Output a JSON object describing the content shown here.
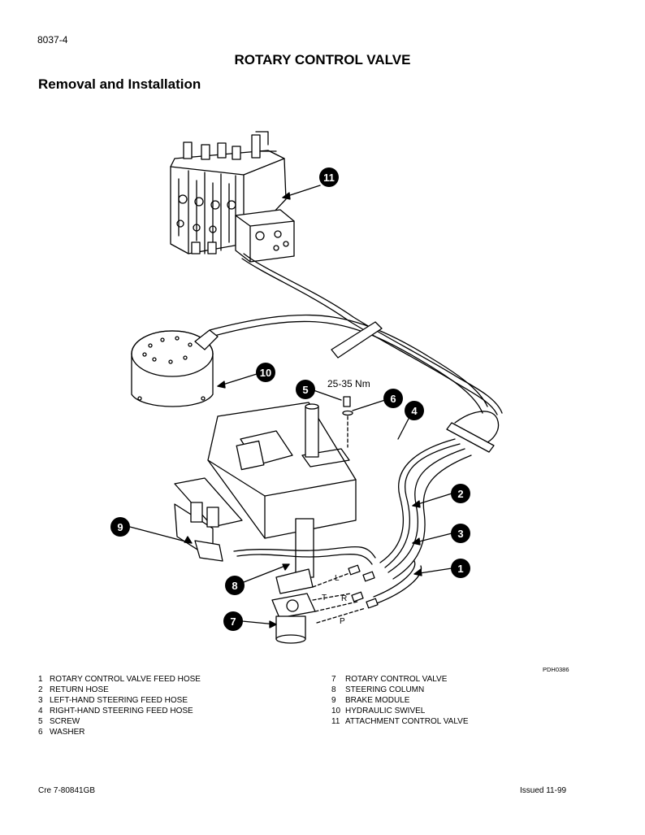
{
  "header": {
    "doc_number": "8037-4",
    "title": "ROTARY CONTROL VALVE",
    "subtitle": "Removal and Installation"
  },
  "diagram": {
    "torque_label": "25-35 Nm",
    "figure_ref": "PDH0386",
    "port_labels": [
      "L",
      "T",
      "R",
      "P"
    ],
    "callouts": [
      "1",
      "2",
      "3",
      "4",
      "5",
      "6",
      "7",
      "8",
      "9",
      "10",
      "11"
    ]
  },
  "legend": {
    "left": [
      {
        "num": "1",
        "text": "ROTARY CONTROL VALVE FEED HOSE"
      },
      {
        "num": "2",
        "text": "RETURN HOSE"
      },
      {
        "num": "3",
        "text": "LEFT-HAND STEERING FEED HOSE"
      },
      {
        "num": "4",
        "text": "RIGHT-HAND STEERING FEED HOSE"
      },
      {
        "num": "5",
        "text": "SCREW"
      },
      {
        "num": "6",
        "text": "WASHER"
      }
    ],
    "right": [
      {
        "num": "7",
        "text": "ROTARY CONTROL VALVE"
      },
      {
        "num": "8",
        "text": "STEERING COLUMN"
      },
      {
        "num": "9",
        "text": "BRAKE MODULE"
      },
      {
        "num": "10",
        "text": "HYDRAULIC SWIVEL"
      },
      {
        "num": "11",
        "text": "ATTACHMENT CONTROL VALVE"
      }
    ]
  },
  "footer": {
    "left": "Cre  7-80841GB",
    "right": "Issued 11-99"
  }
}
